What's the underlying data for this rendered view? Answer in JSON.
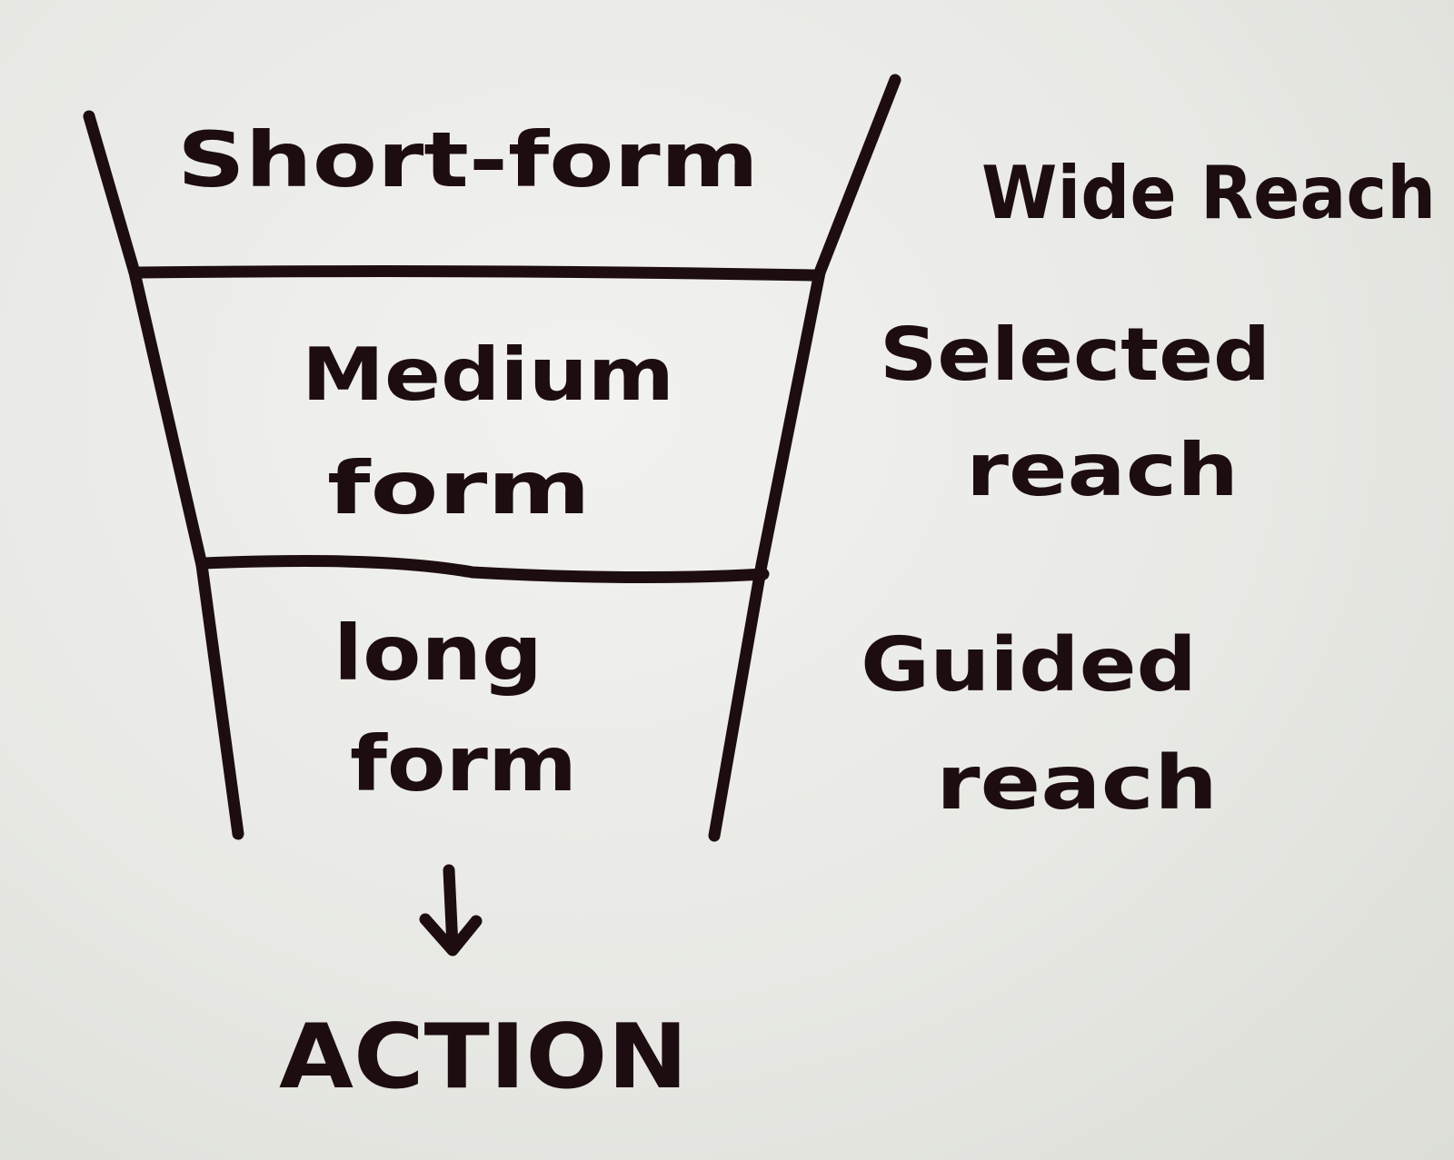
{
  "funnel": {
    "levels": [
      {
        "label_lines": [
          "Short-form"
        ],
        "reach_lines": [
          "Wide Reach"
        ]
      },
      {
        "label_lines": [
          "Medium",
          "form"
        ],
        "reach_lines": [
          "Selected",
          "reach"
        ]
      },
      {
        "label_lines": [
          "long",
          "form"
        ],
        "reach_lines": [
          "Guided",
          "reach"
        ]
      }
    ],
    "outcome": "ACTION",
    "ink_color": "#1d0d10",
    "paper_color": "#e8e9e4"
  }
}
